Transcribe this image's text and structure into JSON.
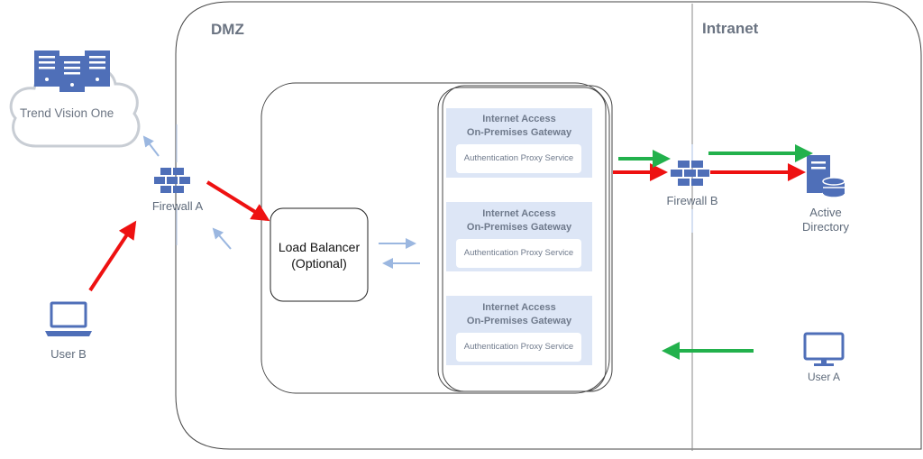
{
  "zones": {
    "dmz": "DMZ",
    "intranet": "Intranet"
  },
  "cloud": {
    "label": "Trend Vision One"
  },
  "nodes": {
    "firewall_a": "Firewall A",
    "firewall_b": "Firewall B",
    "user_b": "User B",
    "user_a": "User A",
    "active_directory": [
      "Active",
      "Directory"
    ],
    "load_balancer": [
      "Load Balancer",
      "(Optional)"
    ]
  },
  "gateways": [
    {
      "title": [
        "Internet Access",
        "On-Premises Gateway"
      ],
      "service": "Authentication Proxy Service"
    },
    {
      "title": [
        "Internet Access",
        "On-Premises Gateway"
      ],
      "service": "Authentication Proxy Service"
    },
    {
      "title": [
        "Internet Access",
        "On-Premises Gateway"
      ],
      "service": "Authentication Proxy Service"
    }
  ],
  "colors": {
    "icon_blue": "#4f6fb8",
    "traffic_red": "#ee1111",
    "return_green": "#22b14c",
    "faint_blue": "#9bb7e0",
    "gateway_fill": "#dde6f6"
  }
}
